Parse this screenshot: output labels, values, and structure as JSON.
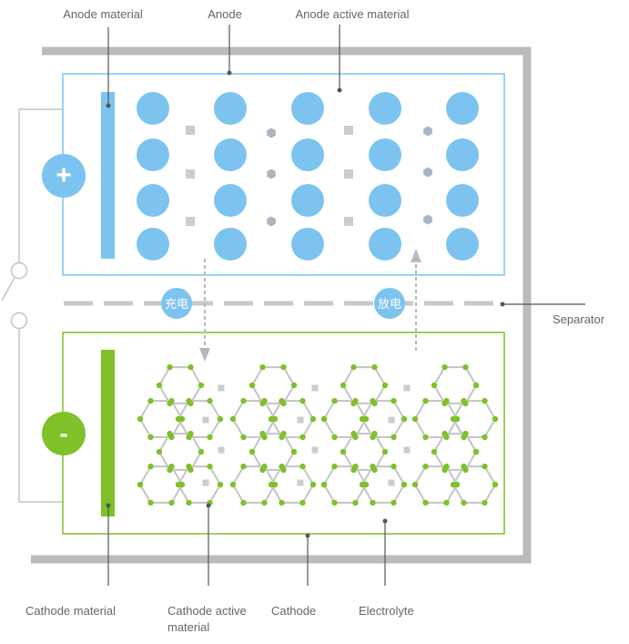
{
  "labels": {
    "anode_material": "Anode material",
    "anode": "Anode",
    "anode_active_material": "Anode active material",
    "separator": "Separator",
    "cathode_material": "Cathode material",
    "cathode_active_material_line1": "Cathode active",
    "cathode_active_material_line2": "material",
    "cathode": "Cathode",
    "electrolyte": "Electrolyte"
  },
  "badges": {
    "charge": "充电",
    "discharge": "放电"
  },
  "terminals": {
    "positive": "+",
    "negative": "-"
  },
  "colors": {
    "anode": "#7cc4ef",
    "cathode": "#7ec128",
    "shell": "#bbbbbb",
    "ion": "#c8cdd2",
    "ion_hex": "#a9b6c2",
    "leader": "#555555",
    "label": "#666666"
  }
}
